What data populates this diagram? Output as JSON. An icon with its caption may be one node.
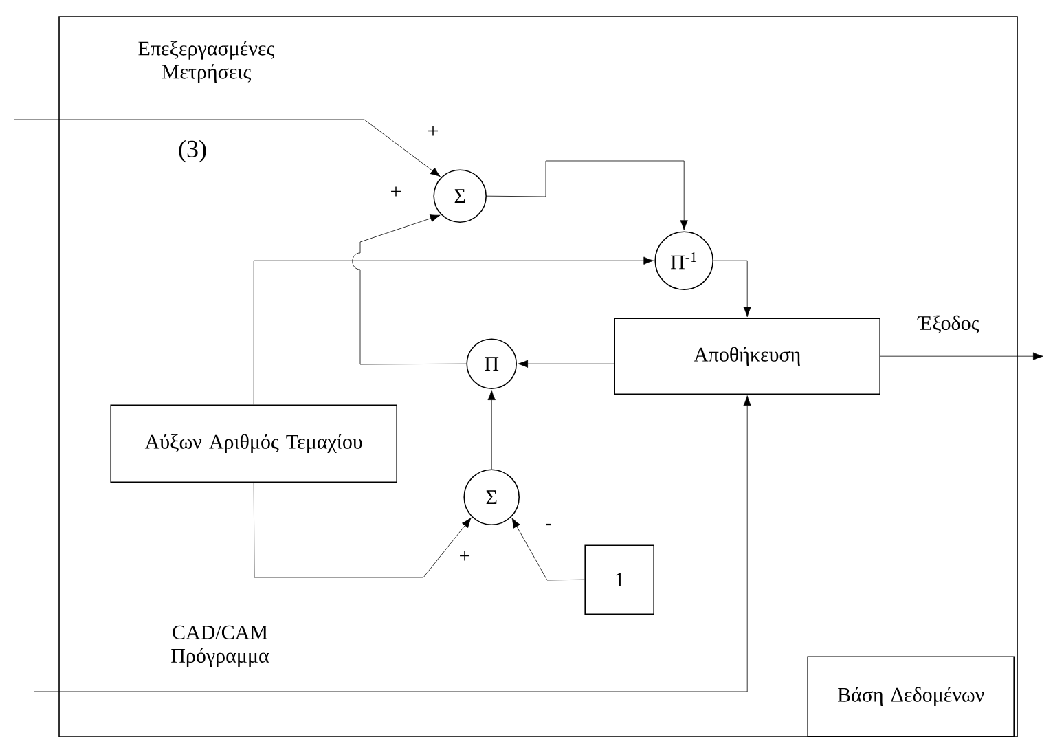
{
  "diagram": {
    "nodes": [
      {
        "text": [],
        "shape": "box"
      },
      {
        "text": [
          "Σ"
        ],
        "in": 0
      },
      {
        "text": [
          "Π$^{-1}$"
        ],
        "in": 0
      },
      {
        "text": [
          "Π"
        ],
        "in": 0
      },
      {
        "text": [
          "Αποθήκευση"
        ],
        "in": 0
      },
      {
        "text": [
          "Αύξων Αριθμός Τεμαχίου"
        ],
        "in": 0
      },
      {
        "text": [
          "Σ"
        ],
        "in": 0
      },
      {
        "text": [
          "1"
        ],
        "in": 0
      },
      {
        "text": [
          "Βάση Δεδομένων"
        ],
        "in": 0
      }
    ],
    "edges": [
      {
        "from": null,
        "to": 1,
        "arrow": "to",
        "label": "Επεξεργασμένες Μετρήσεις"
      },
      {
        "from": 1,
        "to": 2,
        "arrow": "to"
      },
      {
        "from": 5,
        "to": 2,
        "arrow": "to"
      },
      {
        "from": 2,
        "to": 4,
        "arrow": "to"
      },
      {
        "from": 4,
        "to": 3,
        "arrow": "to"
      },
      {
        "from": 3,
        "to": 1,
        "arrow": "to"
      },
      {
        "from": 6,
        "to": 3,
        "arrow": "to"
      },
      {
        "from": 5,
        "to": 6,
        "arrow": "to"
      },
      {
        "from": 7,
        "to": 6,
        "arrow": "to"
      },
      {
        "from": null,
        "to": 4,
        "arrow": "to",
        "label": "CAD/CAM Πρόγραμμα"
      },
      {
        "from": 4,
        "to": null,
        "arrow": "to",
        "label": "Έξοδος"
      }
    ],
    "labels": [
      "(3)",
      "+",
      "+",
      "+",
      "-"
    ]
  }
}
